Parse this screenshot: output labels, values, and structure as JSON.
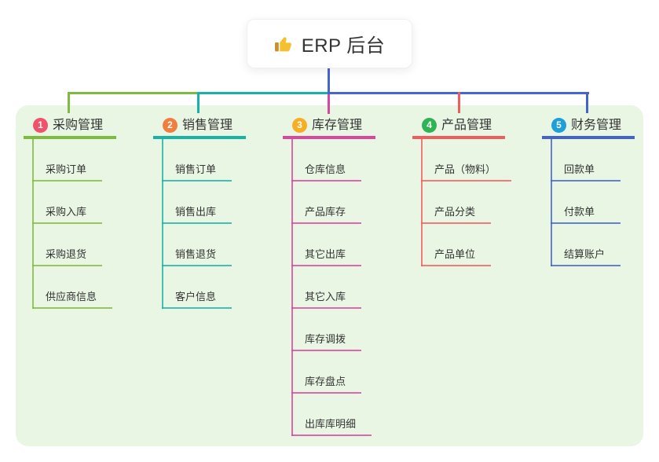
{
  "root": {
    "title": "ERP 后台",
    "icon": "thumbs-up"
  },
  "branches": [
    {
      "index": "1",
      "label": "采购管理",
      "badge_color": "#F0516B",
      "line_color": "#7EBB41",
      "children": [
        "采购订单",
        "采购入库",
        "采购退货",
        "供应商信息"
      ]
    },
    {
      "index": "2",
      "label": "销售管理",
      "badge_color": "#F07E3E",
      "line_color": "#19B2A6",
      "children": [
        "销售订单",
        "销售出库",
        "销售退货",
        "客户信息"
      ]
    },
    {
      "index": "3",
      "label": "库存管理",
      "badge_color": "#F6AE26",
      "line_color": "#D8469E",
      "children": [
        "仓库信息",
        "产品库存",
        "其它出库",
        "其它入库",
        "库存调拨",
        "库存盘点",
        "出库库明细"
      ]
    },
    {
      "index": "4",
      "label": "产品管理",
      "badge_color": "#2FB355",
      "line_color": "#F15D5D",
      "children": [
        "产品（物料）",
        "产品分类",
        "产品单位"
      ]
    },
    {
      "index": "5",
      "label": "财务管理",
      "badge_color": "#1D9FD9",
      "line_color": "#4263CC",
      "children": [
        "回款单",
        "付款单",
        "结算账户"
      ]
    }
  ],
  "colors": {
    "canvas_bg": "#FFFFFF",
    "panel_bg": "#E9F6E4",
    "root_line": "#4565D2",
    "text": "#333333",
    "thumb_hand": "#F5C02F",
    "thumb_cuff": "#C98F2A"
  }
}
